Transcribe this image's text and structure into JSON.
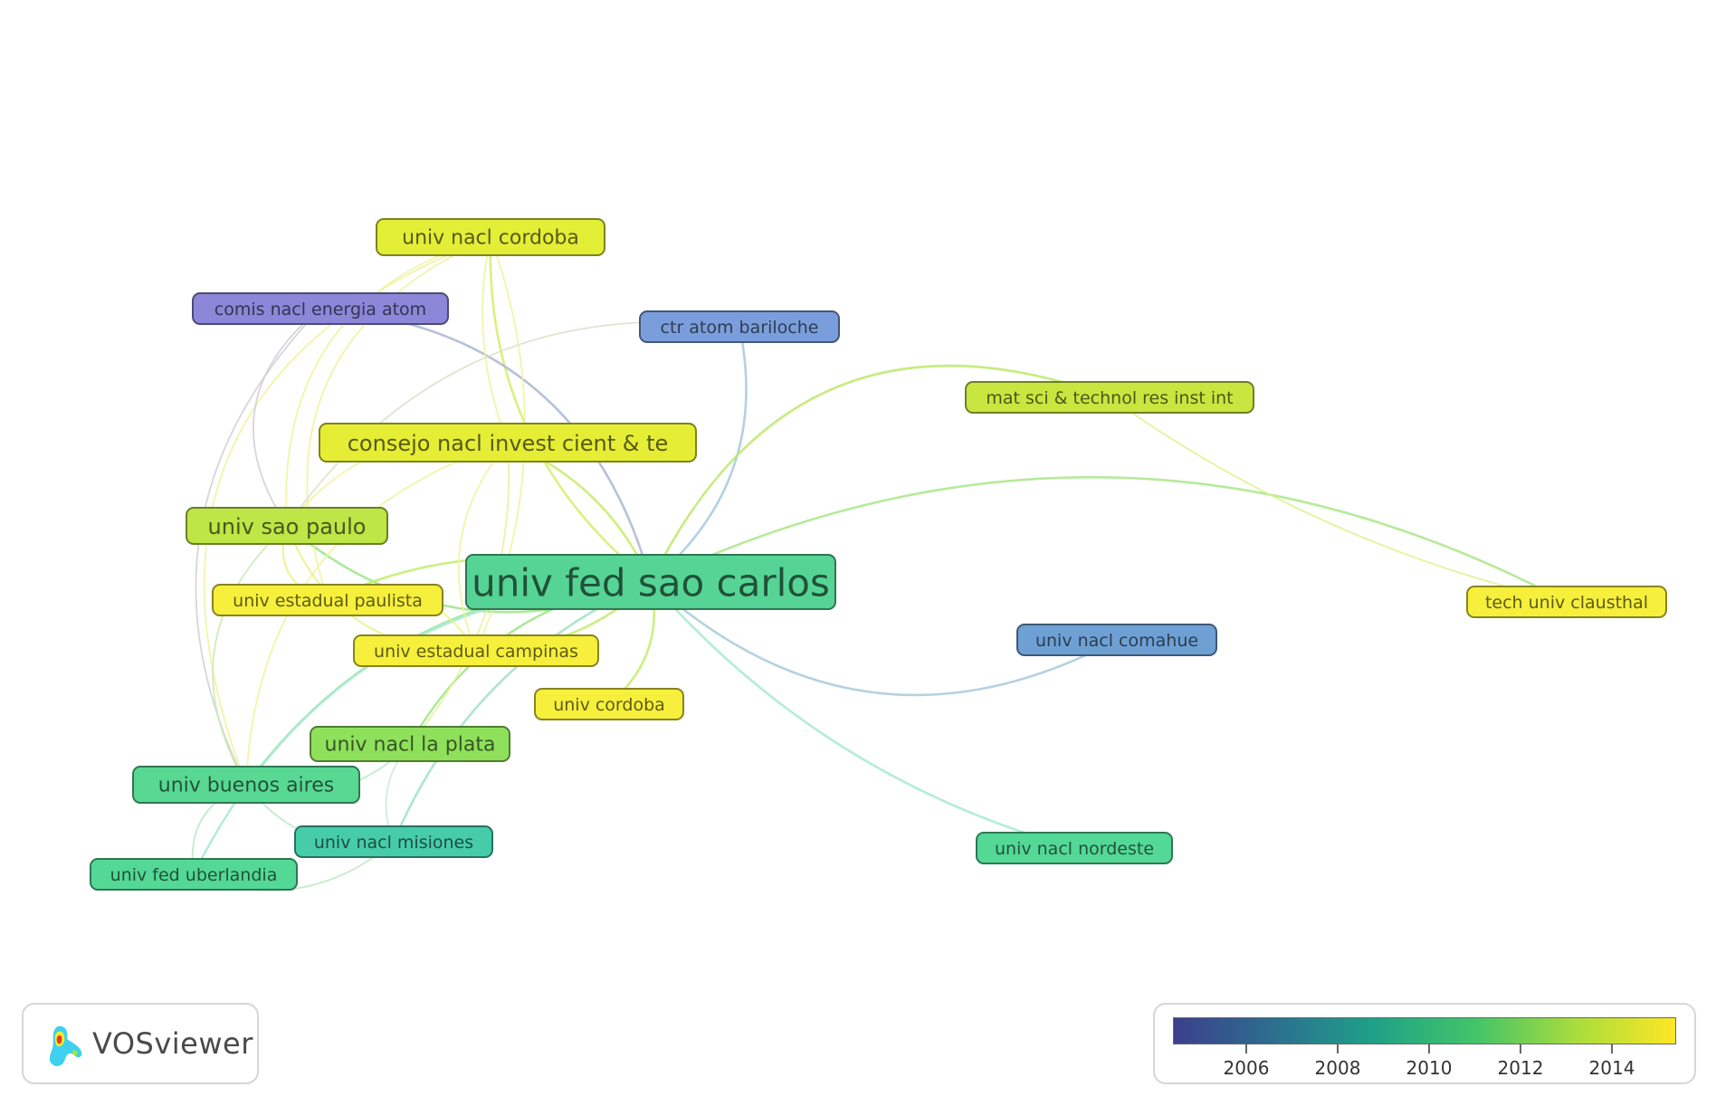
{
  "nodes": [
    {
      "id": "n1",
      "label": "univ nacl cordoba",
      "color": "#e3ee37"
    },
    {
      "id": "n2",
      "label": "comis nacl energia atom",
      "color": "#8c87d8"
    },
    {
      "id": "n3",
      "label": "ctr atom bariloche",
      "color": "#7a9edb"
    },
    {
      "id": "n4",
      "label": "mat sci & technol res inst int",
      "color": "#c9e640"
    },
    {
      "id": "n5",
      "label": "consejo nacl invest cient & te",
      "color": "#e5ee34"
    },
    {
      "id": "n6",
      "label": "univ sao paulo",
      "color": "#bde646"
    },
    {
      "id": "n7",
      "label": "univ fed sao carlos",
      "color": "#56d495"
    },
    {
      "id": "n8",
      "label": "univ estadual paulista",
      "color": "#f6ef3c"
    },
    {
      "id": "n9",
      "label": "tech univ clausthal",
      "color": "#f6ef3c"
    },
    {
      "id": "n10",
      "label": "univ nacl comahue",
      "color": "#6fa0d4"
    },
    {
      "id": "n11",
      "label": "univ estadual campinas",
      "color": "#f6ef3c"
    },
    {
      "id": "n12",
      "label": "univ cordoba",
      "color": "#f6ef3c"
    },
    {
      "id": "n13",
      "label": "univ nacl la plata",
      "color": "#8fe15c"
    },
    {
      "id": "n14",
      "label": "univ buenos aires",
      "color": "#58d893"
    },
    {
      "id": "n15",
      "label": "univ nacl misiones",
      "color": "#47ccaa"
    },
    {
      "id": "n16",
      "label": "univ nacl nordeste",
      "color": "#54d896"
    },
    {
      "id": "n17",
      "label": "univ fed uberlandia",
      "color": "#54d896"
    }
  ],
  "links": [
    {
      "source": "n7",
      "target": "n1",
      "color": "#d4ee6a"
    },
    {
      "source": "n7",
      "target": "n2",
      "color": "#a9b7d2"
    },
    {
      "source": "n7",
      "target": "n3",
      "color": "#a6c9de"
    },
    {
      "source": "n7",
      "target": "n4",
      "color": "#bde96a"
    },
    {
      "source": "n7",
      "target": "n5",
      "color": "#c7ec6a"
    },
    {
      "source": "n7",
      "target": "n6",
      "color": "#9ee58a"
    },
    {
      "source": "n7",
      "target": "n8",
      "color": "#c3ec6a"
    },
    {
      "source": "n7",
      "target": "n9",
      "color": "#a9e68a"
    },
    {
      "source": "n7",
      "target": "n10",
      "color": "#a9c9da"
    },
    {
      "source": "n7",
      "target": "n11",
      "color": "#c3ec6a"
    },
    {
      "source": "n7",
      "target": "n12",
      "color": "#c3ec6a"
    },
    {
      "source": "n7",
      "target": "n13",
      "color": "#9ee58a"
    },
    {
      "source": "n7",
      "target": "n14",
      "color": "#9ee5a4"
    },
    {
      "source": "n7",
      "target": "n15",
      "color": "#a0e2c2"
    },
    {
      "source": "n7",
      "target": "n16",
      "color": "#a6ead0"
    },
    {
      "source": "n7",
      "target": "n17",
      "color": "#a6ead0"
    },
    {
      "source": "n1",
      "target": "n5",
      "color": "#eef39a"
    },
    {
      "source": "n1",
      "target": "n6",
      "color": "#eef39a"
    },
    {
      "source": "n1",
      "target": "n8",
      "color": "#eef39a"
    },
    {
      "source": "n1",
      "target": "n11",
      "color": "#eef39a"
    },
    {
      "source": "n1",
      "target": "n14",
      "color": "#eef39a"
    },
    {
      "source": "n2",
      "target": "n6",
      "color": "#cfcfd8"
    },
    {
      "source": "n2",
      "target": "n14",
      "color": "#cfcfd8"
    },
    {
      "source": "n3",
      "target": "n6",
      "color": "#d8e2c8"
    },
    {
      "source": "n4",
      "target": "n9",
      "color": "#e3ef8a"
    },
    {
      "source": "n5",
      "target": "n6",
      "color": "#eef39a"
    },
    {
      "source": "n5",
      "target": "n14",
      "color": "#eef39a"
    },
    {
      "source": "n5",
      "target": "n13",
      "color": "#e6f09a"
    },
    {
      "source": "n5",
      "target": "n11",
      "color": "#eef39a"
    },
    {
      "source": "n6",
      "target": "n8",
      "color": "#e8f07a"
    },
    {
      "source": "n6",
      "target": "n11",
      "color": "#e8f07a"
    },
    {
      "source": "n6",
      "target": "n14",
      "color": "#c8eab0"
    },
    {
      "source": "n8",
      "target": "n11",
      "color": "#f2f07a"
    },
    {
      "source": "n14",
      "target": "n13",
      "color": "#b8e8c0"
    },
    {
      "source": "n14",
      "target": "n15",
      "color": "#b8e8c0"
    },
    {
      "source": "n14",
      "target": "n17",
      "color": "#b8e8c0"
    },
    {
      "source": "n15",
      "target": "n17",
      "color": "#b8e8c0"
    },
    {
      "source": "n13",
      "target": "n15",
      "color": "#c8ead0"
    }
  ],
  "logo": {
    "text": "VOSviewer"
  },
  "legend": {
    "labels": [
      "2006",
      "2008",
      "2010",
      "2012",
      "2014"
    ],
    "colors": [
      "#3c3f8c",
      "#2c6f8e",
      "#1fa187",
      "#42c46a",
      "#a8dc3c",
      "#fde725"
    ]
  }
}
